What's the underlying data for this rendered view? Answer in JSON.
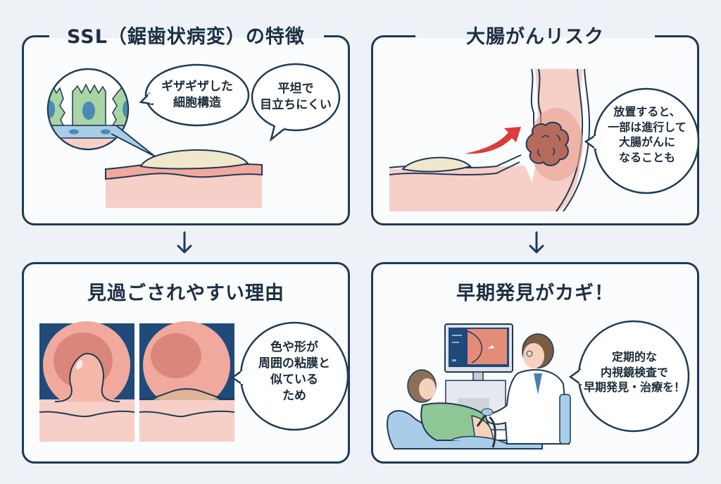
{
  "panels": {
    "top_left": {
      "title": "SSL（鋸歯状病変）の特徴",
      "bubbles": [
        {
          "lines": [
            "ギザギザした",
            "細胞構造"
          ]
        },
        {
          "lines": [
            "平坦で",
            "目立ちにくい"
          ]
        }
      ]
    },
    "top_right": {
      "title": "大腸がんリスク",
      "bubbles": [
        {
          "lines": [
            "放置すると、",
            "一部は進行して",
            "大腸がんに",
            "なることも"
          ]
        }
      ]
    },
    "bottom_left": {
      "title": "見過ごされやすい理由",
      "bubbles": [
        {
          "lines": [
            "色や形が",
            "周囲の粘膜と",
            "似ている",
            "ため"
          ]
        }
      ]
    },
    "bottom_right": {
      "title": "早期発見がカギ！",
      "bubbles": [
        {
          "lines": [
            "定期的な",
            "内視鏡検査で",
            "早期発見・治療を！"
          ]
        }
      ]
    }
  },
  "flow_arrows": [
    {
      "from": "top_left",
      "to": "bottom_left",
      "icon": "arrow-down-icon"
    },
    {
      "from": "top_right",
      "to": "bottom_right",
      "icon": "arrow-down-icon"
    }
  ],
  "colors": {
    "outline": "#1f3a57",
    "mucosa": "#f4c3b8",
    "mucosa_dark": "#e7a596",
    "lesion": "#ede6cb",
    "tumor": "#b56a5c",
    "risk_arrow": "#e03a3a",
    "cell_green": "#a9d4a4",
    "cell_blue": "#a9cde8",
    "background": "#eef2f7"
  }
}
